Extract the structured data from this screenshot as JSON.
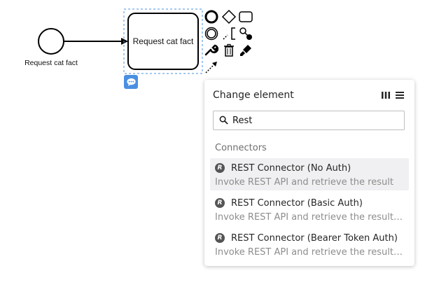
{
  "diagram": {
    "start_event_label": "Request cat fact",
    "task_label": "Request cat fact"
  },
  "popup": {
    "title": "Change element",
    "search": {
      "value": "Rest"
    },
    "group": "Connectors",
    "entries": [
      {
        "badge": "R",
        "title": "REST Connector (No Auth)",
        "description": "Invoke REST API and retrieve the result"
      },
      {
        "badge": "R",
        "title": "REST Connector (Basic Auth)",
        "description": "Invoke REST API and retrieve the result s..."
      },
      {
        "badge": "R",
        "title": "REST Connector (Bearer Token Auth)",
        "description": "Invoke REST API and retrieve the result s..."
      }
    ]
  },
  "icons": {
    "context_pad": [
      "end-event-icon",
      "gateway-icon",
      "task-icon",
      "intermediate-event-icon",
      "text-annotation-icon",
      "connect-icon",
      "wrench-icon",
      "trash-icon",
      "color-icon",
      "sequence-flow-icon"
    ],
    "comment": "comment-icon"
  },
  "colors": {
    "selection": "#4a90e2",
    "active_row": "#f0f0f2"
  }
}
